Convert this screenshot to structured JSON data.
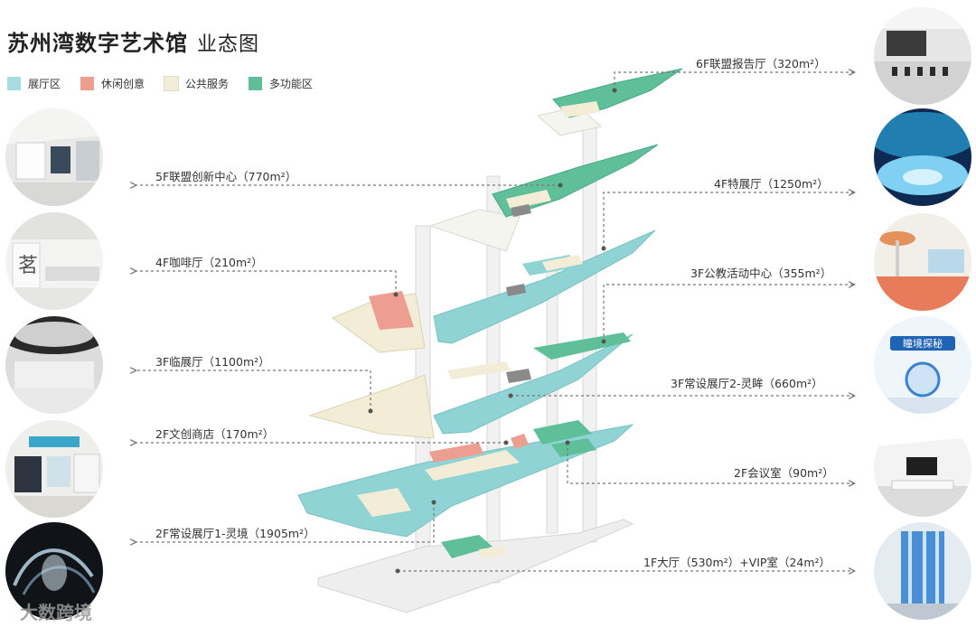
{
  "title": "苏州湾数字艺术馆",
  "subtitle": "业态图",
  "legend": [
    {
      "label": "展厅区",
      "color": "#a6dde0"
    },
    {
      "label": "休闲创意",
      "color": "#ee9e90"
    },
    {
      "label": "公共服务",
      "color": "#f3ecd6"
    },
    {
      "label": "多功能区",
      "color": "#5fbf99"
    }
  ],
  "left_labels": [
    {
      "text": "5F联盟创新中心（770m²）"
    },
    {
      "text": "4F咖啡厅（210m²）"
    },
    {
      "text": "3F临展厅（1100m²）"
    },
    {
      "text": "2F文创商店（170m²）"
    },
    {
      "text": "2F常设展厅1-灵境（1905m²）"
    }
  ],
  "right_labels": [
    {
      "text": "6F联盟报告厅（320m²）"
    },
    {
      "text": "4F特展厅（1250m²）"
    },
    {
      "text": "3F公教活动中心（355m²）"
    },
    {
      "text": "3F常设展厅2-灵眸（660m²）"
    },
    {
      "text": "2F会议室（90m²）"
    },
    {
      "text": "1F大厅（530m²）+VIP室（24m²）"
    }
  ],
  "photo_signs": {
    "metaverse": "瞳境探秘"
  },
  "watermark": "大数跨境",
  "colors": {
    "exhibition": "#8fd3d4",
    "leisure": "#ee9e90",
    "public": "#f3ecd6",
    "multi": "#5fbf99",
    "floor": "#ededed",
    "leader": "#777777"
  }
}
